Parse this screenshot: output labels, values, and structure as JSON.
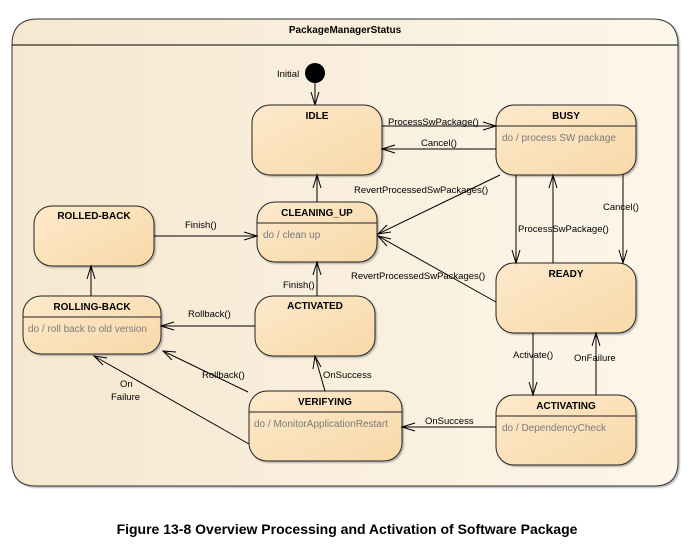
{
  "frame": {
    "title": "PackageManagerStatus"
  },
  "initial": {
    "label": "Initial"
  },
  "states": {
    "idle": {
      "name": "IDLE",
      "activity": ""
    },
    "busy": {
      "name": "BUSY",
      "activity": "do / process SW package"
    },
    "cleaning_up": {
      "name": "CLEANING_UP",
      "activity": "do / clean up"
    },
    "rolled_back": {
      "name": "ROLLED-BACK",
      "activity": ""
    },
    "rolling_back": {
      "name": "ROLLING-BACK",
      "activity": "do / roll back to old version"
    },
    "activated": {
      "name": "ACTIVATED",
      "activity": ""
    },
    "ready": {
      "name": "READY",
      "activity": ""
    },
    "verifying": {
      "name": "VERIFYING",
      "activity": "do / MonitorApplicationRestart"
    },
    "activating": {
      "name": "ACTIVATING",
      "activity": "do / DependencyCheck"
    }
  },
  "transitions": {
    "idle_to_busy": "ProcessSwPackage()",
    "busy_to_idle": "Cancel()",
    "busy_to_cleaning": "RevertProcessedSwPackages()",
    "ready_to_busy": "ProcessSwPackage()",
    "busy_to_ready_cancel": "Cancel()",
    "ready_to_cleaning": "RevertProcessedSwPackages()",
    "rolledback_to_cleaning": "Finish()",
    "activated_to_cleaning": "Finish()",
    "activated_to_rolling": "Rollback()",
    "verifying_to_rolling": "Rollback()",
    "verifying_failure_line1": "On",
    "verifying_failure_line2": "Failure",
    "verifying_to_activated": "OnSuccess",
    "ready_to_activating": "Activate()",
    "activating_to_ready": "OnFailure",
    "activating_to_verifying": "OnSuccess"
  },
  "caption": "Figure 13-8 Overview Processing and Activation of Software Package"
}
